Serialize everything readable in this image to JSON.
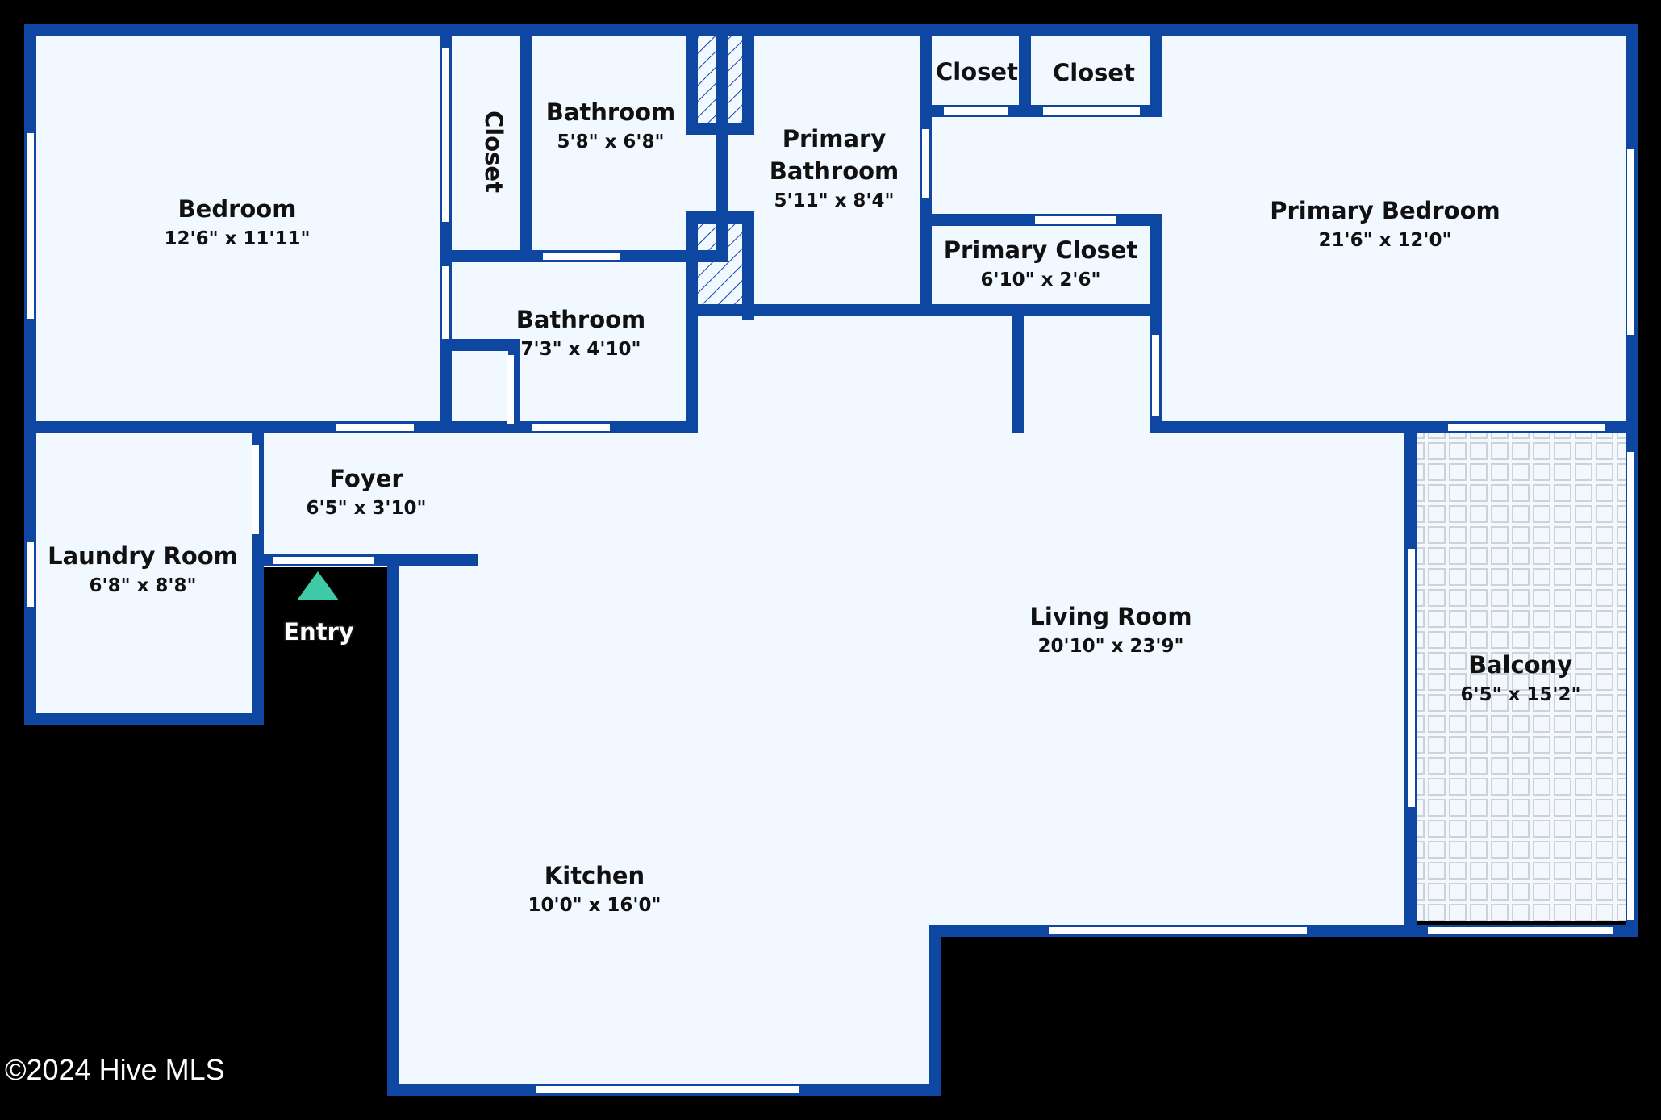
{
  "rooms": {
    "bedroom": {
      "name": "Bedroom",
      "dims": "12'6\" x 11'11\""
    },
    "closet_vertical": {
      "name": "Closet"
    },
    "bathroom_top": {
      "name": "Bathroom",
      "dims": "5'8\" x 6'8\""
    },
    "primary_bathroom": {
      "name_line1": "Primary",
      "name_line2": "Bathroom",
      "dims": "5'11\" x 8'4\""
    },
    "closet_1": {
      "name": "Closet"
    },
    "closet_2": {
      "name": "Closet"
    },
    "primary_closet": {
      "name": "Primary Closet",
      "dims": "6'10\" x 2'6\""
    },
    "primary_bedroom": {
      "name": "Primary Bedroom",
      "dims": "21'6\" x 12'0\""
    },
    "bathroom_mid": {
      "name": "Bathroom",
      "dims": "7'3\" x 4'10\""
    },
    "foyer": {
      "name": "Foyer",
      "dims": "6'5\" x 3'10\""
    },
    "laundry": {
      "name": "Laundry Room",
      "dims": "6'8\" x 8'8\""
    },
    "living": {
      "name": "Living Room",
      "dims": "20'10\" x 23'9\""
    },
    "balcony": {
      "name": "Balcony",
      "dims": "6'5\" x 15'2\""
    },
    "kitchen": {
      "name": "Kitchen",
      "dims": "10'0\" x 16'0\""
    }
  },
  "entry": {
    "label": "Entry",
    "marker_color": "#3ec9a7"
  },
  "copyright": "©2024 Hive MLS",
  "colors": {
    "wall": "#0d47a1",
    "floor": "#f1f8ff",
    "background": "#000000",
    "opening": "#ffffff"
  }
}
